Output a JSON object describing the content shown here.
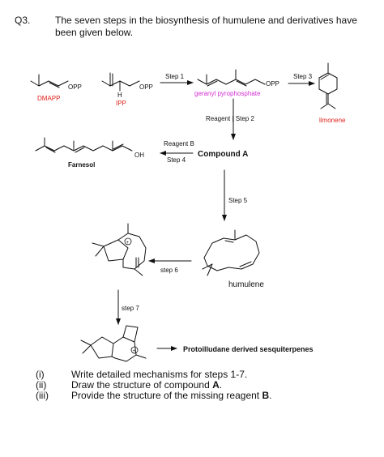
{
  "question": {
    "number": "Q3.",
    "line1": "The seven steps in the biosynthesis of humulene and derivatives have",
    "line2": "been given below."
  },
  "labels": {
    "dmapp": "DMAPP",
    "ipp": "IPP",
    "opp": "OPP",
    "oh": "OH",
    "h": "H",
    "geranyl_pp": "geranyl pyrophosphate",
    "limonene": "limonene",
    "farnesol": "Farnesol",
    "compound_a": "Compound A",
    "humulene": "humulene",
    "protoilludane": "Protoilludane derived sesquiterpenes",
    "plus": "+"
  },
  "steps": {
    "step1": "Step 1",
    "step3": "Step 3",
    "reagent_step2": "Reagent | Step 2",
    "reagent_b": "Reagent B",
    "step4": "Step 4",
    "step5": "Step 5",
    "step6": "step 6",
    "step7": "step 7"
  },
  "tasks": [
    {
      "roman": "(i)",
      "text": "Write detailed mechanisms for steps 1-7.",
      "bold": ""
    },
    {
      "roman": "(ii)",
      "text": "Draw the structure of compound ",
      "bold": "A",
      "tail": "."
    },
    {
      "roman": "(iii)",
      "text": "Provide the structure of the missing reagent ",
      "bold": "B",
      "tail": "."
    }
  ],
  "colors": {
    "red": "#e0201a",
    "magenta": "#d42fd4",
    "black": "#111111"
  }
}
